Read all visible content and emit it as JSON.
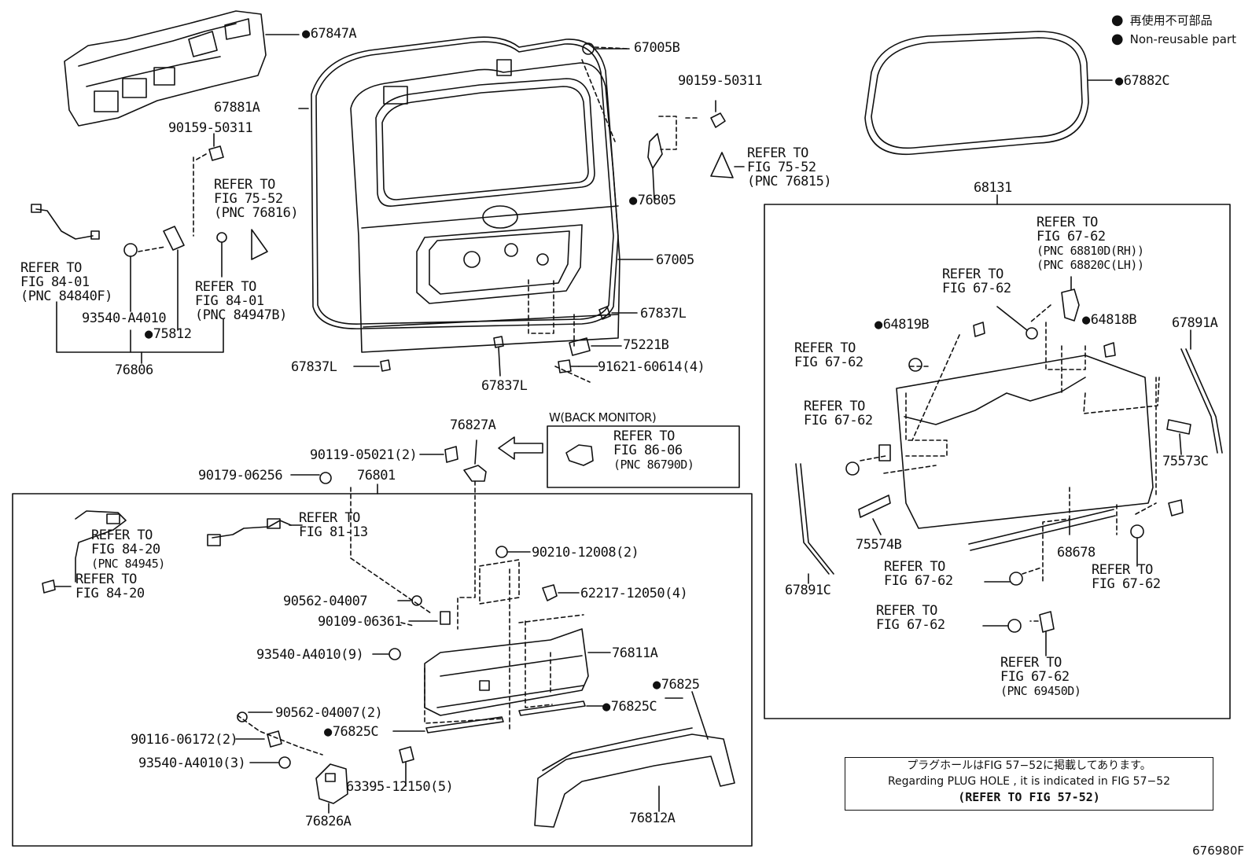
{
  "legend": {
    "jp": "再使用不可部品",
    "en": "Non-reusable part"
  },
  "doc_id": "676980F",
  "note": {
    "jp": "プラグホールはFIG 57−52に掲載してあります。",
    "en": "Regarding PLUG HOLE , it is indicated in FIG 57−52",
    "ref": "(REFER TO FIG 57-52)"
  },
  "inset_label": "W(BACK MONITOR)",
  "parts": {
    "p67847A": "67847A",
    "p67881A": "67881A",
    "p90159a": "90159-50311",
    "p90159b": "90159-50311",
    "p67005B": "67005B",
    "p76805": "76805",
    "p67005": "67005",
    "p67837La": "67837L",
    "p67837Lb": "67837L",
    "p67837Lc": "67837L",
    "p75221B": "75221B",
    "p91621": "91621-60614(4)",
    "p93540a": "93540-A4010",
    "p75812": "75812",
    "p76806": "76806",
    "p67882C": "67882C",
    "p68131": "68131",
    "p64819B": "64819B",
    "p64818B": "64818B",
    "p67891A": "67891A",
    "p75573C": "75573C",
    "p75574B": "75574B",
    "p68678": "68678",
    "p67891C": "67891C",
    "p76827A": "76827A",
    "p90119": "90119-05021(2)",
    "p90179": "90179-06256",
    "p76801": "76801",
    "p90210": "90210-12008(2)",
    "p62217": "62217-12050(4)",
    "p90562a": "90562-04007",
    "p90109": "90109-06361",
    "p93540b": "93540-A4010(9)",
    "p76811A": "76811A",
    "p76825": "76825",
    "p76825Ca": "76825C",
    "p76825Cb": "76825C",
    "p90562b": "90562-04007(2)",
    "p90116": "90116-06172(2)",
    "p93540c": "93540-A4010(3)",
    "p63395": "63395-12150(5)",
    "p76826A": "76826A",
    "p76812A": "76812A"
  },
  "refs": {
    "r1": [
      "REFER TO",
      "FIG 75-52",
      "(PNC 76815)"
    ],
    "r2": [
      "REFER TO",
      "FIG 75-52",
      "(PNC 76816)"
    ],
    "r3": [
      "REFER TO",
      "FIG 84-01",
      "(PNC 84840F)"
    ],
    "r4": [
      "REFER TO",
      "FIG 84-01",
      "(PNC 84947B)"
    ],
    "r5": [
      "REFER TO",
      "FIG 67-62",
      "(PNC 68810D(RH))",
      "(PNC 68820C(LH))"
    ],
    "r6": [
      "REFER TO",
      "FIG 67-62"
    ],
    "r7": [
      "REFER TO",
      "FIG 67-62"
    ],
    "r8": [
      "REFER TO",
      "FIG 67-62"
    ],
    "r9": [
      "REFER TO",
      "FIG 67-62"
    ],
    "r10": [
      "REFER TO",
      "FIG 67-62"
    ],
    "r11": [
      "REFER TO",
      "FIG 67-62"
    ],
    "r12": [
      "REFER TO",
      "FIG 67-62",
      "(PNC 69450D)"
    ],
    "r13": [
      "REFER TO",
      "FIG 86-06",
      "(PNC 86790D)"
    ],
    "r14": [
      "REFER TO",
      "FIG 81-13"
    ],
    "r15": [
      "REFER TO",
      "FIG 84-20",
      "(PNC 84945)"
    ],
    "r16": [
      "REFER TO",
      "FIG 84-20"
    ]
  }
}
